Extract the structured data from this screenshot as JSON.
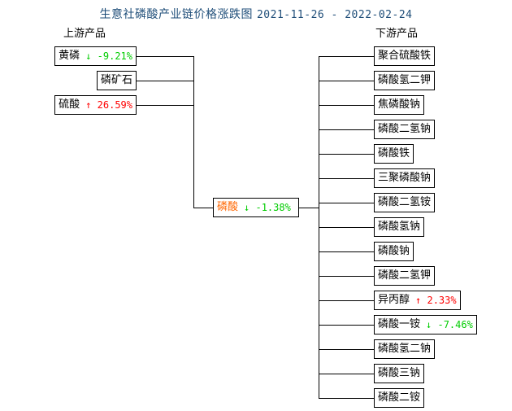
{
  "title": {
    "text": "生意社磷酸产业链价格涨跌图",
    "date_range": "2021-11-26 - 2022-02-24",
    "color": "#1f4e79"
  },
  "headers": {
    "upstream": "上游产品",
    "downstream": "下游产品"
  },
  "colors": {
    "up": "#ff0000",
    "down": "#00cc00",
    "center_name": "#ff6600",
    "line": "#000000"
  },
  "icons": {
    "up_arrow": "↑",
    "down_arrow": "↓"
  },
  "center": {
    "name": "磷酸",
    "pct": "-1.38%",
    "arrow": "↓",
    "direction": "down"
  },
  "upstream": [
    {
      "name": "黄磷",
      "pct": "-9.21%",
      "arrow": "↓",
      "direction": "down"
    },
    {
      "name": "磷矿石",
      "pct": "",
      "arrow": "",
      "direction": "none"
    },
    {
      "name": "硫酸",
      "pct": "26.59%",
      "arrow": "↑",
      "direction": "up"
    }
  ],
  "downstream": [
    {
      "name": "聚合硫酸铁",
      "pct": "",
      "arrow": "",
      "direction": "none"
    },
    {
      "name": "磷酸氢二钾",
      "pct": "",
      "arrow": "",
      "direction": "none"
    },
    {
      "name": "焦磷酸钠",
      "pct": "",
      "arrow": "",
      "direction": "none"
    },
    {
      "name": "磷酸二氢钠",
      "pct": "",
      "arrow": "",
      "direction": "none"
    },
    {
      "name": "磷酸铁",
      "pct": "",
      "arrow": "",
      "direction": "none"
    },
    {
      "name": "三聚磷酸钠",
      "pct": "",
      "arrow": "",
      "direction": "none"
    },
    {
      "name": "磷酸二氢铵",
      "pct": "",
      "arrow": "",
      "direction": "none"
    },
    {
      "name": "磷酸氢钠",
      "pct": "",
      "arrow": "",
      "direction": "none"
    },
    {
      "name": "磷酸钠",
      "pct": "",
      "arrow": "",
      "direction": "none"
    },
    {
      "name": "磷酸二氢钾",
      "pct": "",
      "arrow": "",
      "direction": "none"
    },
    {
      "name": "异丙醇",
      "pct": "2.33%",
      "arrow": "↑",
      "direction": "up"
    },
    {
      "name": "磷酸一铵",
      "pct": "-7.46%",
      "arrow": "↓",
      "direction": "down"
    },
    {
      "name": "磷酸氢二钠",
      "pct": "",
      "arrow": "",
      "direction": "none"
    },
    {
      "name": "磷酸三钠",
      "pct": "",
      "arrow": "",
      "direction": "none"
    },
    {
      "name": "磷酸二铵",
      "pct": "",
      "arrow": "",
      "direction": "none"
    }
  ]
}
